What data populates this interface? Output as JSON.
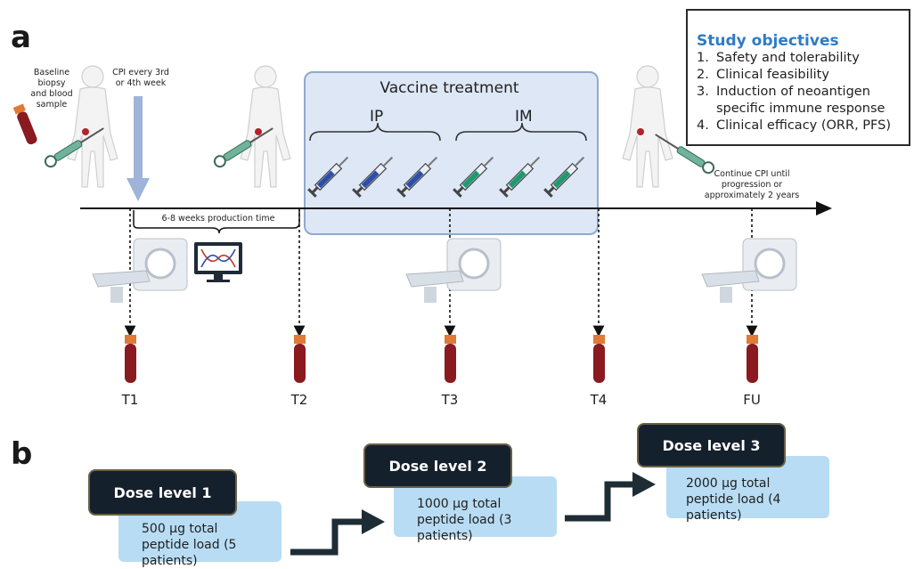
{
  "panel_a": {
    "letter": "a",
    "baseline_note": [
      "Baseline",
      "biopsy",
      "and blood",
      "sample"
    ],
    "cpi_note": [
      "CPI every 3rd",
      "or 4th week"
    ],
    "production_note": "6-8 weeks production time",
    "vaccine_box": {
      "title": "Vaccine treatment",
      "route_ip": "IP",
      "route_im": "IM"
    },
    "continue_note": [
      "Continue CPI until",
      "progression or",
      "approximately 2 years"
    ],
    "timepoints": [
      "T1",
      "T2",
      "T3",
      "T4",
      "FU"
    ],
    "objectives": {
      "title": "Study objectives",
      "items": [
        {
          "num": "1.",
          "text": "Safety and tolerability"
        },
        {
          "num": "2.",
          "text": "Clinical feasibility"
        },
        {
          "num": "3.",
          "text": "Induction of neoantigen specific immune response"
        },
        {
          "num": "4.",
          "text": "Clinical efficacy (ORR, PFS)"
        }
      ]
    }
  },
  "panel_b": {
    "letter": "b",
    "doses": [
      {
        "label": "Dose level 1",
        "desc": "500 µg total peptide load (5 patients)"
      },
      {
        "label": "Dose level 2",
        "desc": "1000 µg total peptide load (3 patients)"
      },
      {
        "label": "Dose level 3",
        "desc": "2000 µg total peptide load (4 patients)"
      }
    ]
  },
  "colors": {
    "vaccine_fill": "#dde7f5",
    "vaccine_border": "#8fa9cf",
    "objective_title": "#2f7bc4",
    "dose_header": "#15202d",
    "dose_body": "#b8dcf3",
    "syringe_ip": "#2c4fa8",
    "syringe_im": "#1f9a6e",
    "blood": "#8a1a1f",
    "cap": "#e07a35",
    "cpi_arrow": "#9fb4d8"
  }
}
